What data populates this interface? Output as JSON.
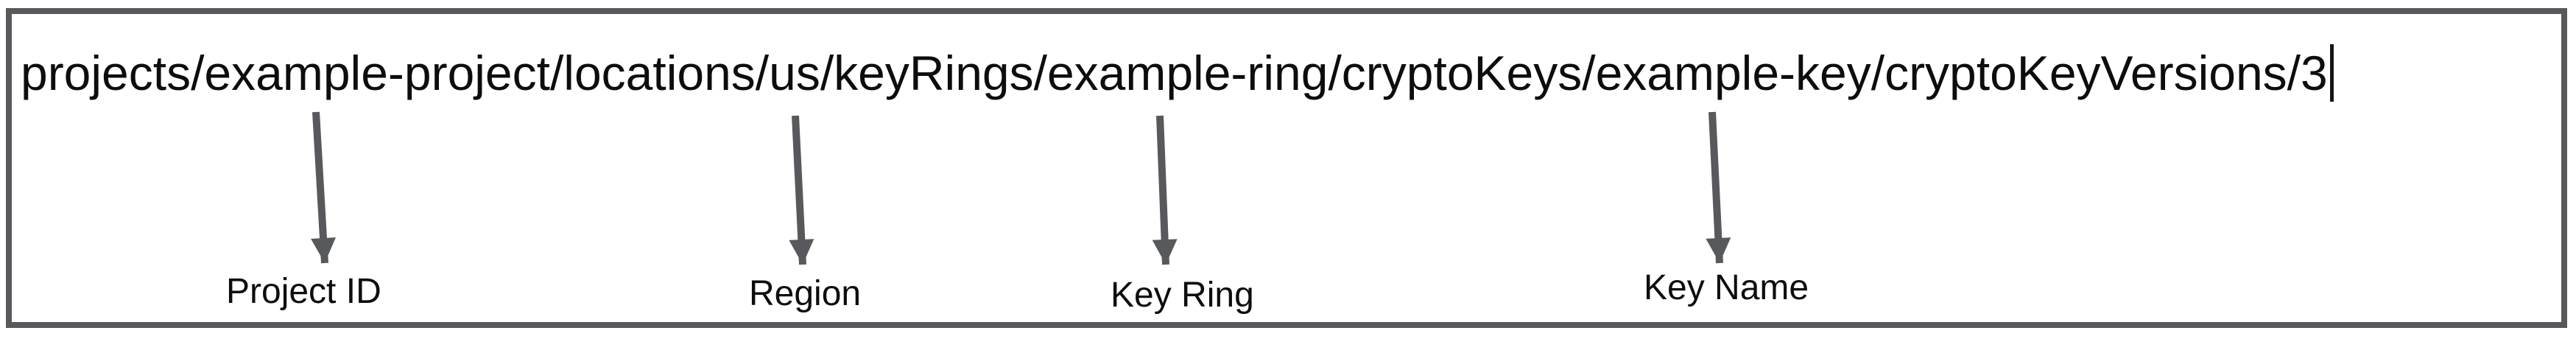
{
  "figure": {
    "resource_path": "projects/example-project/locations/us/keyRings/example-ring/cryptoKeys/example-key/cryptoKeyVersions/3",
    "annotations": [
      {
        "label": "Project ID",
        "target": "example-project"
      },
      {
        "label": "Region",
        "target": "us"
      },
      {
        "label": "Key Ring",
        "target": "example-ring"
      },
      {
        "label": "Key Name",
        "target": "example-key"
      }
    ],
    "colors": {
      "frame_border": "#58595c",
      "arrow": "#58595c",
      "text": "#0d0d0d"
    }
  }
}
